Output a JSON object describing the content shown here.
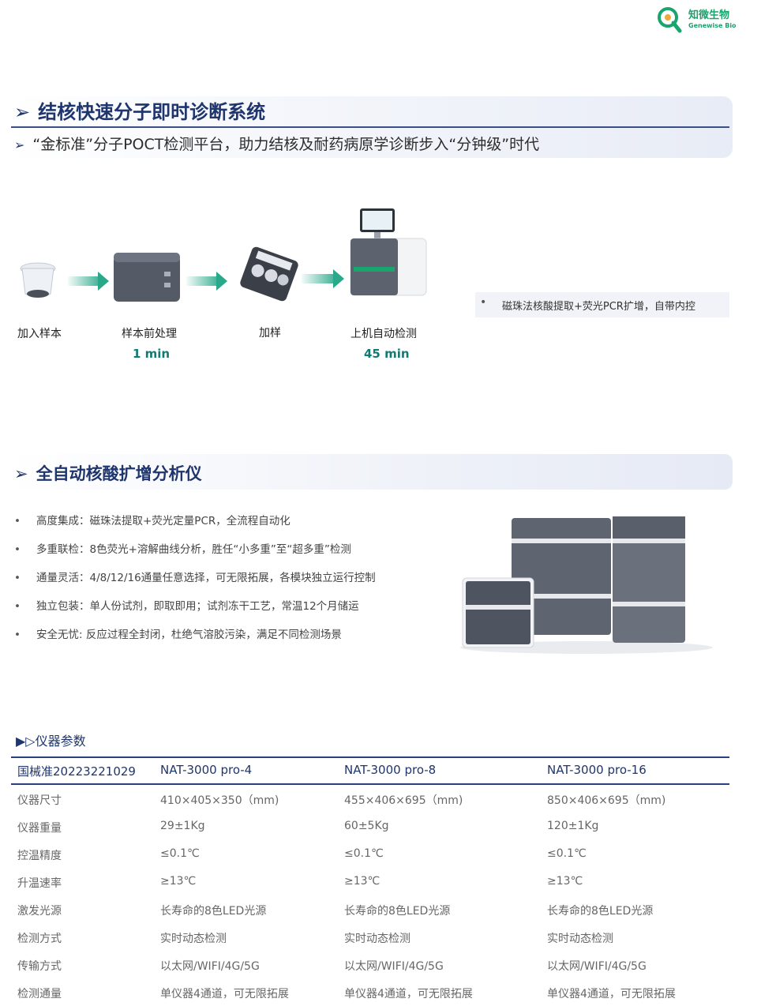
{
  "logo": {
    "name_cn": "知微生物",
    "name_en": "Genewise Bio"
  },
  "section1": {
    "title": "结核快速分子即时诊断系统",
    "subtitle": "“金标准”分子POCT检测平台，助力结核及耐药病原学诊断步入“分钟级”时代"
  },
  "workflow": {
    "steps": [
      {
        "label": "加入样本",
        "time": ""
      },
      {
        "label": "样本前处理",
        "time": "1 min"
      },
      {
        "label": "加样",
        "time": ""
      },
      {
        "label": "上机自动检测",
        "time": "45 min"
      }
    ],
    "note": "磁珠法核酸提取+荧光PCR扩增，自带内控"
  },
  "section2": {
    "title": "全自动核酸扩增分析仪",
    "features": [
      "高度集成：磁珠法提取+荧光定量PCR，全流程自动化",
      "多重联检：8色荧光+溶解曲线分析，胜任“小多重”至“超多重”检测",
      "通量灵活：4/8/12/16通量任意选择，可无限拓展，各模块独立运行控制",
      "独立包装：单人份试剂，即取即用；试剂冻干工艺，常温12个月储运",
      "安全无忧: 反应过程全封闭，杜绝气溶胶污染，满足不同检测场景"
    ]
  },
  "params": {
    "title": "▶▷仪器参数",
    "headers": [
      "国械准20223221029",
      "NAT-3000 pro-4",
      "NAT-3000 pro-8",
      "NAT-3000 pro-16"
    ],
    "rows": [
      [
        "仪器尺寸",
        "410×405×350（mm)",
        "455×406×695（mm)",
        "850×406×695（mm)"
      ],
      [
        "仪器重量",
        "29±1Kg",
        "60±5Kg",
        "120±1Kg"
      ],
      [
        "控温精度",
        "≤0.1℃",
        "≤0.1℃",
        "≤0.1℃"
      ],
      [
        "升温速率",
        "≥13℃",
        "≥13℃",
        "≥13℃"
      ],
      [
        "激发光源",
        "长寿命的8色LED光源",
        "长寿命的8色LED光源",
        "长寿命的8色LED光源"
      ],
      [
        "检测方式",
        "实时动态检测",
        "实时动态检测",
        "实时动态检测"
      ],
      [
        "传输方式",
        "以太网/WIFI/4G/5G",
        "以太网/WIFI/4G/5G",
        "以太网/WIFI/4G/5G"
      ],
      [
        "检测通量",
        "单仪器4通道，可无限拓展",
        "单仪器4通道，可无限拓展",
        "单仪器4通道，可无限拓展"
      ]
    ]
  },
  "colors": {
    "brand_green": "#1aa46e",
    "navy": "#1f356e",
    "teal": "#137a73"
  }
}
